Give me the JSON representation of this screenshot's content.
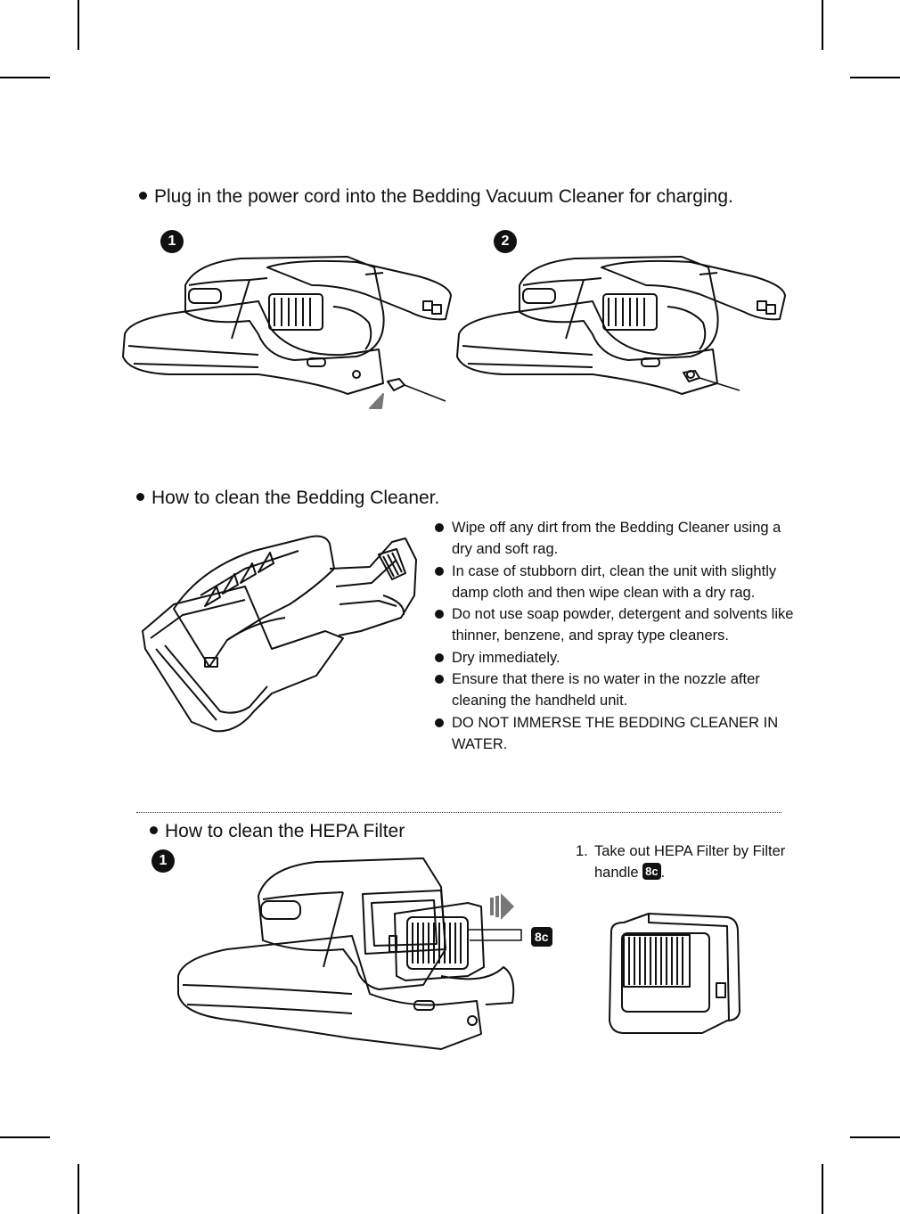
{
  "sections": {
    "charging": {
      "heading": "Plug in the power cord into the Bedding Vacuum Cleaner for charging.",
      "steps": [
        "1",
        "2"
      ]
    },
    "cleaning": {
      "heading": "How to clean the Bedding Cleaner.",
      "bullets": [
        "Wipe off any dirt from the Bedding Cleaner using a dry and soft rag.",
        "In case of stubborn dirt, clean the unit with slightly damp cloth and then wipe clean with a dry rag.",
        "Do not use soap powder, detergent and solvents like thinner, benzene, and spray type cleaners.",
        "Dry immediately.",
        "Ensure that there is no water in the nozzle after cleaning the handheld unit.",
        "DO NOT IMMERSE THE BEDDING CLEANER IN WATER."
      ]
    },
    "hepa": {
      "heading": "How to clean the HEPA Filter",
      "step": "1",
      "instruction_number": "1.",
      "instruction_text": "Take out HEPA Filter by Filter handle",
      "instruction_end": ".",
      "part_label": "8c"
    }
  }
}
